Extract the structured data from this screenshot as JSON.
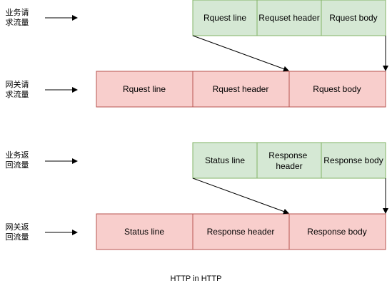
{
  "rows": [
    {
      "label": "业务请求流量",
      "cells": [
        "Rquest line",
        "Requset header",
        "Rquest body"
      ]
    },
    {
      "label": "网关请求流量",
      "cells": [
        "Rquest line",
        "Rquest header",
        "Rquest body"
      ]
    },
    {
      "label": "业务返回流量",
      "cells": [
        "Status line",
        "Response header",
        "Response body"
      ]
    },
    {
      "label": "网关返回流量",
      "cells": [
        "Status line",
        "Response header",
        "Response body"
      ]
    }
  ],
  "caption": "HTTP in HTTP",
  "colors": {
    "business_fill": "#d5e8d4",
    "business_stroke": "#82b366",
    "gateway_fill": "#f8cecc",
    "gateway_stroke": "#b85450",
    "arrow": "#000000"
  }
}
